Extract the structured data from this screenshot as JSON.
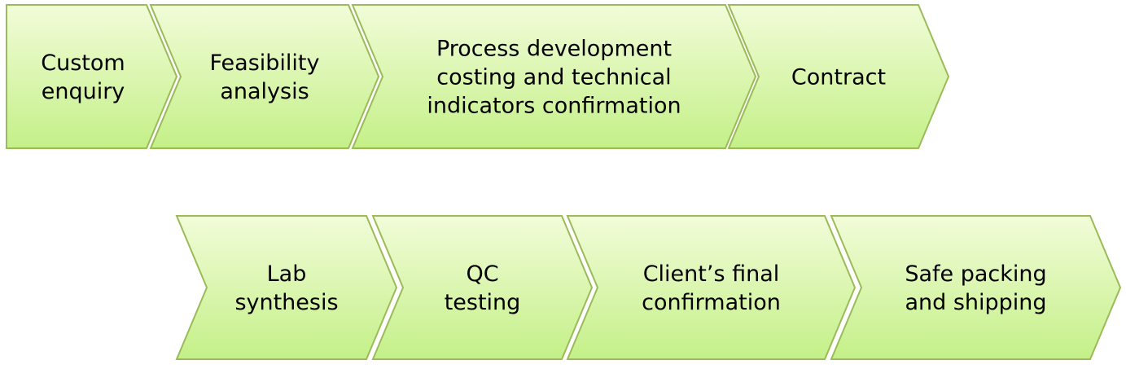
{
  "colors": {
    "fill_top": "#f2fcd9",
    "fill_bottom": "#c4f088",
    "stroke": "#9bbb59"
  },
  "flow": {
    "steps": [
      {
        "lines": [
          "Custom",
          "enquiry"
        ]
      },
      {
        "lines": [
          "Feasibility",
          "analysis"
        ]
      },
      {
        "lines": [
          "Process development",
          "costing and technical",
          "indicators confirmation"
        ]
      },
      {
        "lines": [
          "Contract"
        ]
      },
      {
        "lines": [
          "Lab",
          "synthesis"
        ]
      },
      {
        "lines": [
          "QC",
          "testing"
        ]
      },
      {
        "lines": [
          "Client’s final",
          "confirmation"
        ]
      },
      {
        "lines": [
          "Safe packing",
          "and shipping"
        ]
      }
    ]
  }
}
